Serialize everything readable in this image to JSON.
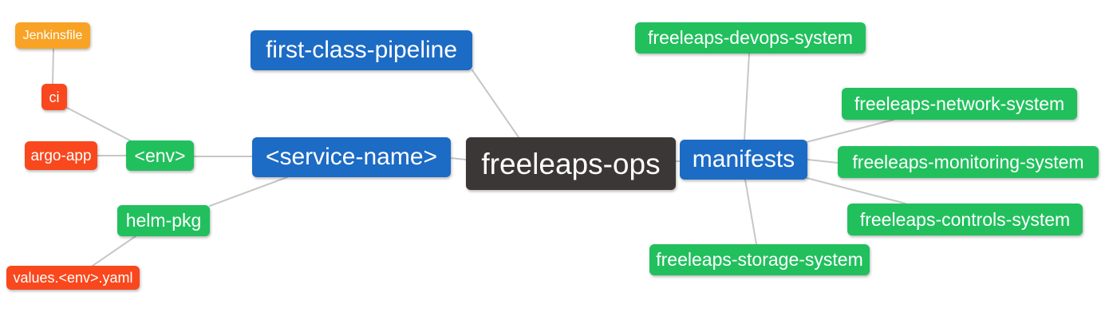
{
  "diagram": {
    "type": "mindmap",
    "root": "freeleaps_ops",
    "palette": {
      "root_bg": "#3b3737",
      "branch_blue": "#1c6bc5",
      "leaf_green": "#21c05d",
      "leaf_red": "#f9481d",
      "leaf_orange": "#f8a326",
      "edge": "#c6c6c6",
      "text": "#ffffff",
      "background": "#ffffff"
    },
    "nodes": {
      "freeleaps_ops": {
        "label": "freeleaps-ops",
        "color": "#3b3737"
      },
      "first_class_pipeline": {
        "label": "first-class-pipeline",
        "color": "#1c6bc5"
      },
      "service_name": {
        "label": "<service-name>",
        "color": "#1c6bc5"
      },
      "manifests": {
        "label": "manifests",
        "color": "#1c6bc5"
      },
      "env": {
        "label": "<env>",
        "color": "#21c05d"
      },
      "helm_pkg": {
        "label": "helm-pkg",
        "color": "#21c05d"
      },
      "ci": {
        "label": "ci",
        "color": "#f9481d"
      },
      "argo_app": {
        "label": "argo-app",
        "color": "#f9481d"
      },
      "jenkinsfile": {
        "label": "Jenkinsfile",
        "color": "#f8a326"
      },
      "values_env_yaml": {
        "label": "values.<env>.yaml",
        "color": "#f9481d"
      },
      "freeleaps_devops_system": {
        "label": "freeleaps-devops-system",
        "color": "#21c05d"
      },
      "freeleaps_network_system": {
        "label": "freeleaps-network-system",
        "color": "#21c05d"
      },
      "freeleaps_monitoring_system": {
        "label": "freeleaps-monitoring-system",
        "color": "#21c05d"
      },
      "freeleaps_controls_system": {
        "label": "freeleaps-controls-system",
        "color": "#21c05d"
      },
      "freeleaps_storage_system": {
        "label": "freeleaps-storage-system",
        "color": "#21c05d"
      }
    },
    "edges": [
      {
        "from": "ci",
        "to": "jenkinsfile"
      },
      {
        "from": "env",
        "to": "ci"
      },
      {
        "from": "env",
        "to": "argo_app"
      },
      {
        "from": "service_name",
        "to": "env"
      },
      {
        "from": "service_name",
        "to": "helm_pkg"
      },
      {
        "from": "helm_pkg",
        "to": "values_env_yaml"
      },
      {
        "from": "freeleaps_ops",
        "to": "service_name"
      },
      {
        "from": "freeleaps_ops",
        "to": "first_class_pipeline"
      },
      {
        "from": "freeleaps_ops",
        "to": "manifests"
      },
      {
        "from": "manifests",
        "to": "freeleaps_devops_system"
      },
      {
        "from": "manifests",
        "to": "freeleaps_network_system"
      },
      {
        "from": "manifests",
        "to": "freeleaps_monitoring_system"
      },
      {
        "from": "manifests",
        "to": "freeleaps_controls_system"
      },
      {
        "from": "manifests",
        "to": "freeleaps_storage_system"
      }
    ]
  }
}
